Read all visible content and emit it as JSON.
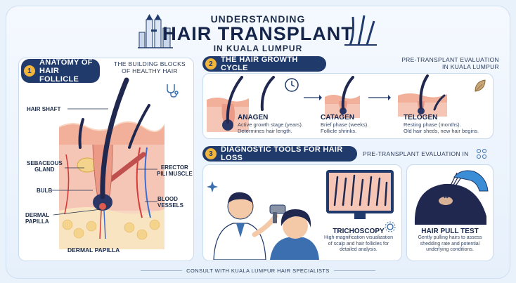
{
  "header": {
    "top_line": "UNDERSTANDING",
    "main_title": "HAIR TRANSPLANT",
    "sub_line": "IN KUALA LUMPUR"
  },
  "section1": {
    "number": "1",
    "title_line1": "ANATOMY OF",
    "title_line2": "HAIR FOLLICLE",
    "tagline_line1": "THE BUILDING BLOCKS",
    "tagline_line2": "OF HEALTHY HAIR",
    "labels": {
      "hair_shaft": "HAIR SHAFT",
      "sebaceous_line1": "SEBACEOUS",
      "sebaceous_line2": "GLAND",
      "bulb": "BULB",
      "dermal_line1": "DERMAL",
      "dermal_line2": "PAPILLA",
      "erector_line1": "ERECTOR",
      "erector_line2": "PILI MUSCLE",
      "blood_line1": "BLOOD",
      "blood_line2": "VESSELS",
      "bottom": "DERMAL PAPILLA"
    }
  },
  "section2": {
    "number": "2",
    "title": "THE HAIR GROWTH CYCLE",
    "tagline_line1": "PRE-TRANSPLANT EVALUATION",
    "tagline_line2": "IN KUALA LUMPUR",
    "phases": [
      {
        "name": "ANAGEN",
        "desc1": "Active growth stage (years).",
        "desc2": "Determines hair length."
      },
      {
        "name": "CATAGEN",
        "desc1": "Brief phase (weeks).",
        "desc2": "Follicle shrinks."
      },
      {
        "name": "TELOGEN",
        "desc1": "Resting phase (months).",
        "desc2": "Old hair sheds, new hair begins."
      }
    ]
  },
  "section3": {
    "number": "3",
    "title": "DIAGNOSTIC TOOLS FOR HAIR LOSS",
    "tagline": "PRE-TRANSPLANT EVALUATION IN",
    "tools": [
      {
        "name": "TRICHOSCOPY",
        "desc1": "High-magnification visualization",
        "desc2": "of scalp and hair follicles for",
        "desc3": "detailed analysis."
      },
      {
        "name": "HAIR PULL TEST",
        "desc1": "Gently pulling hairs to assess",
        "desc2": "shedding rate and potential",
        "desc3": "underlying conditions."
      }
    ]
  },
  "footer": {
    "text": "CONSULT WITH KUALA LUMPUR HAIR SPECIALISTS"
  },
  "colors": {
    "navy": "#1f3a6b",
    "accent": "#f2b53c",
    "skin": "#f4c9a8",
    "dermis": "#f0a38f"
  }
}
